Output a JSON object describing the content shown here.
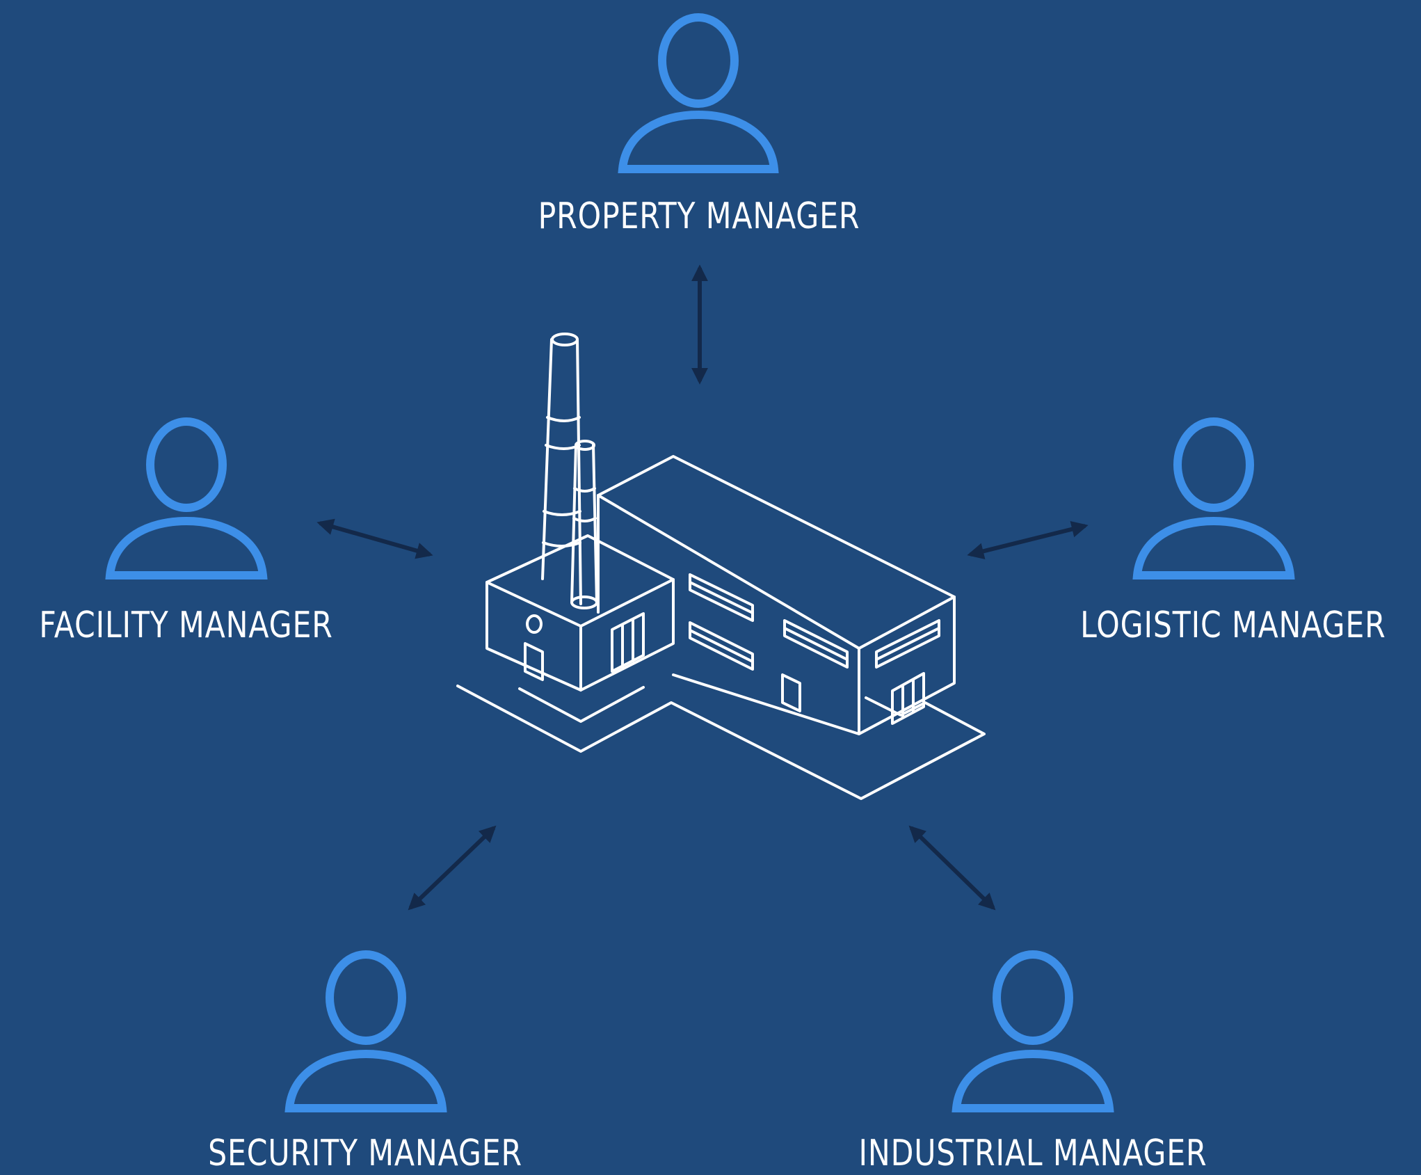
{
  "colors": {
    "background": "#1f4a7c",
    "person_stroke": "#3d8fe8",
    "arrow": "#13294a",
    "building_stroke": "#ffffff"
  },
  "center": {
    "icon": "factory-icon"
  },
  "roles": {
    "property": {
      "label": "PROPERTY MANAGER",
      "icon": "person-icon"
    },
    "facility": {
      "label": "FACILITY MANAGER",
      "icon": "person-icon"
    },
    "logistic": {
      "label": "LOGISTIC MANAGER",
      "icon": "person-icon"
    },
    "security": {
      "label": "SECURITY MANAGER",
      "icon": "person-icon"
    },
    "industrial": {
      "label": "INDUSTRIAL MANAGER",
      "icon": "person-icon"
    }
  }
}
